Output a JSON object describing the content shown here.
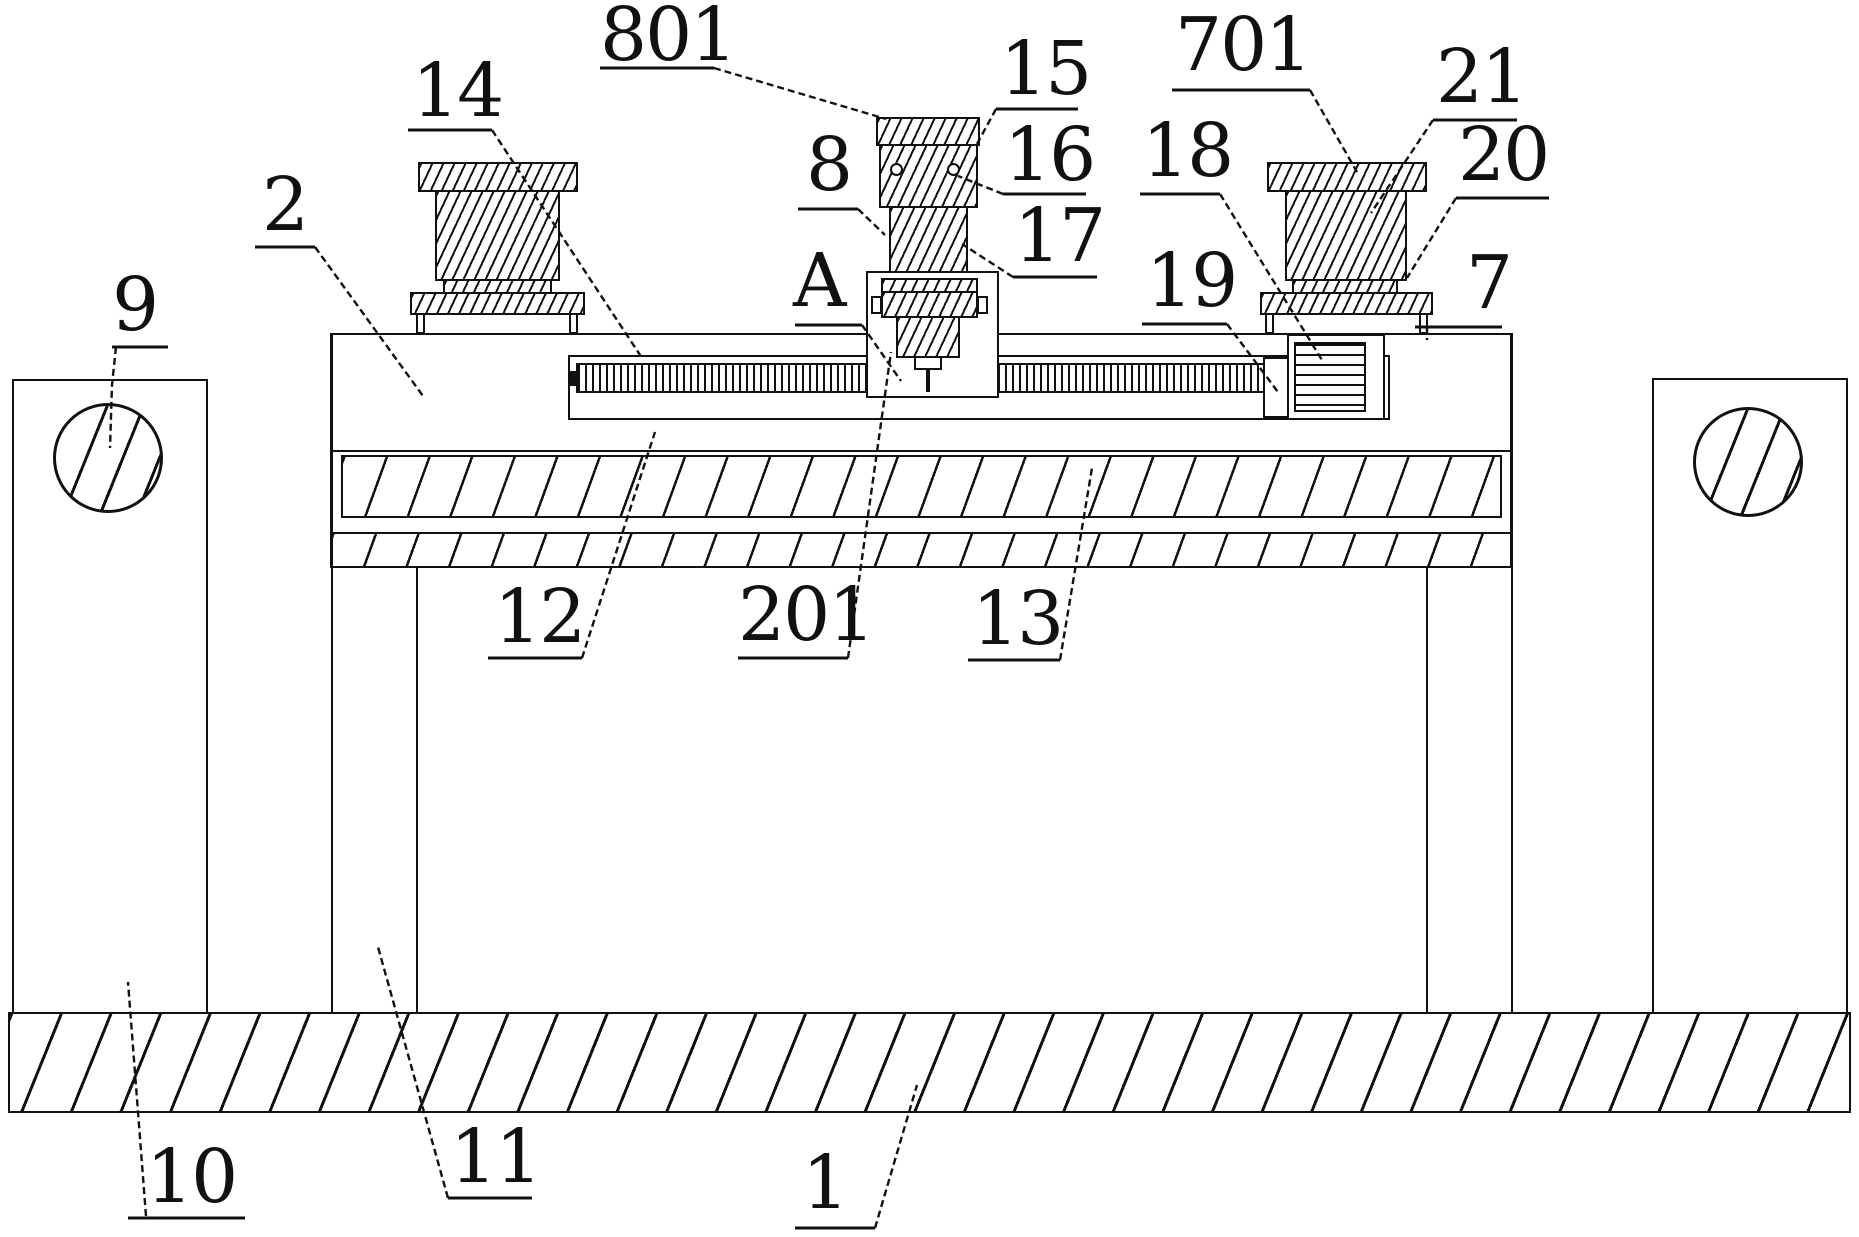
{
  "figure": {
    "kind": "patent-sectional-assembly-drawing",
    "background": "#ffffff",
    "line_color": "#111111",
    "hatch_style": "diagonal-section-hatching"
  },
  "labels": {
    "l801": "801",
    "l15": "15",
    "l16": "16",
    "l17": "17",
    "l701": "701",
    "l21": "21",
    "l20": "20",
    "l7": "7",
    "l14": "14",
    "l8": "8",
    "lA": "A",
    "l18": "18",
    "l19": "19",
    "l2": "2",
    "l9": "9",
    "l12": "12",
    "l201": "201",
    "l13": "13",
    "l10": "10",
    "l11": "11",
    "l1": "1"
  }
}
